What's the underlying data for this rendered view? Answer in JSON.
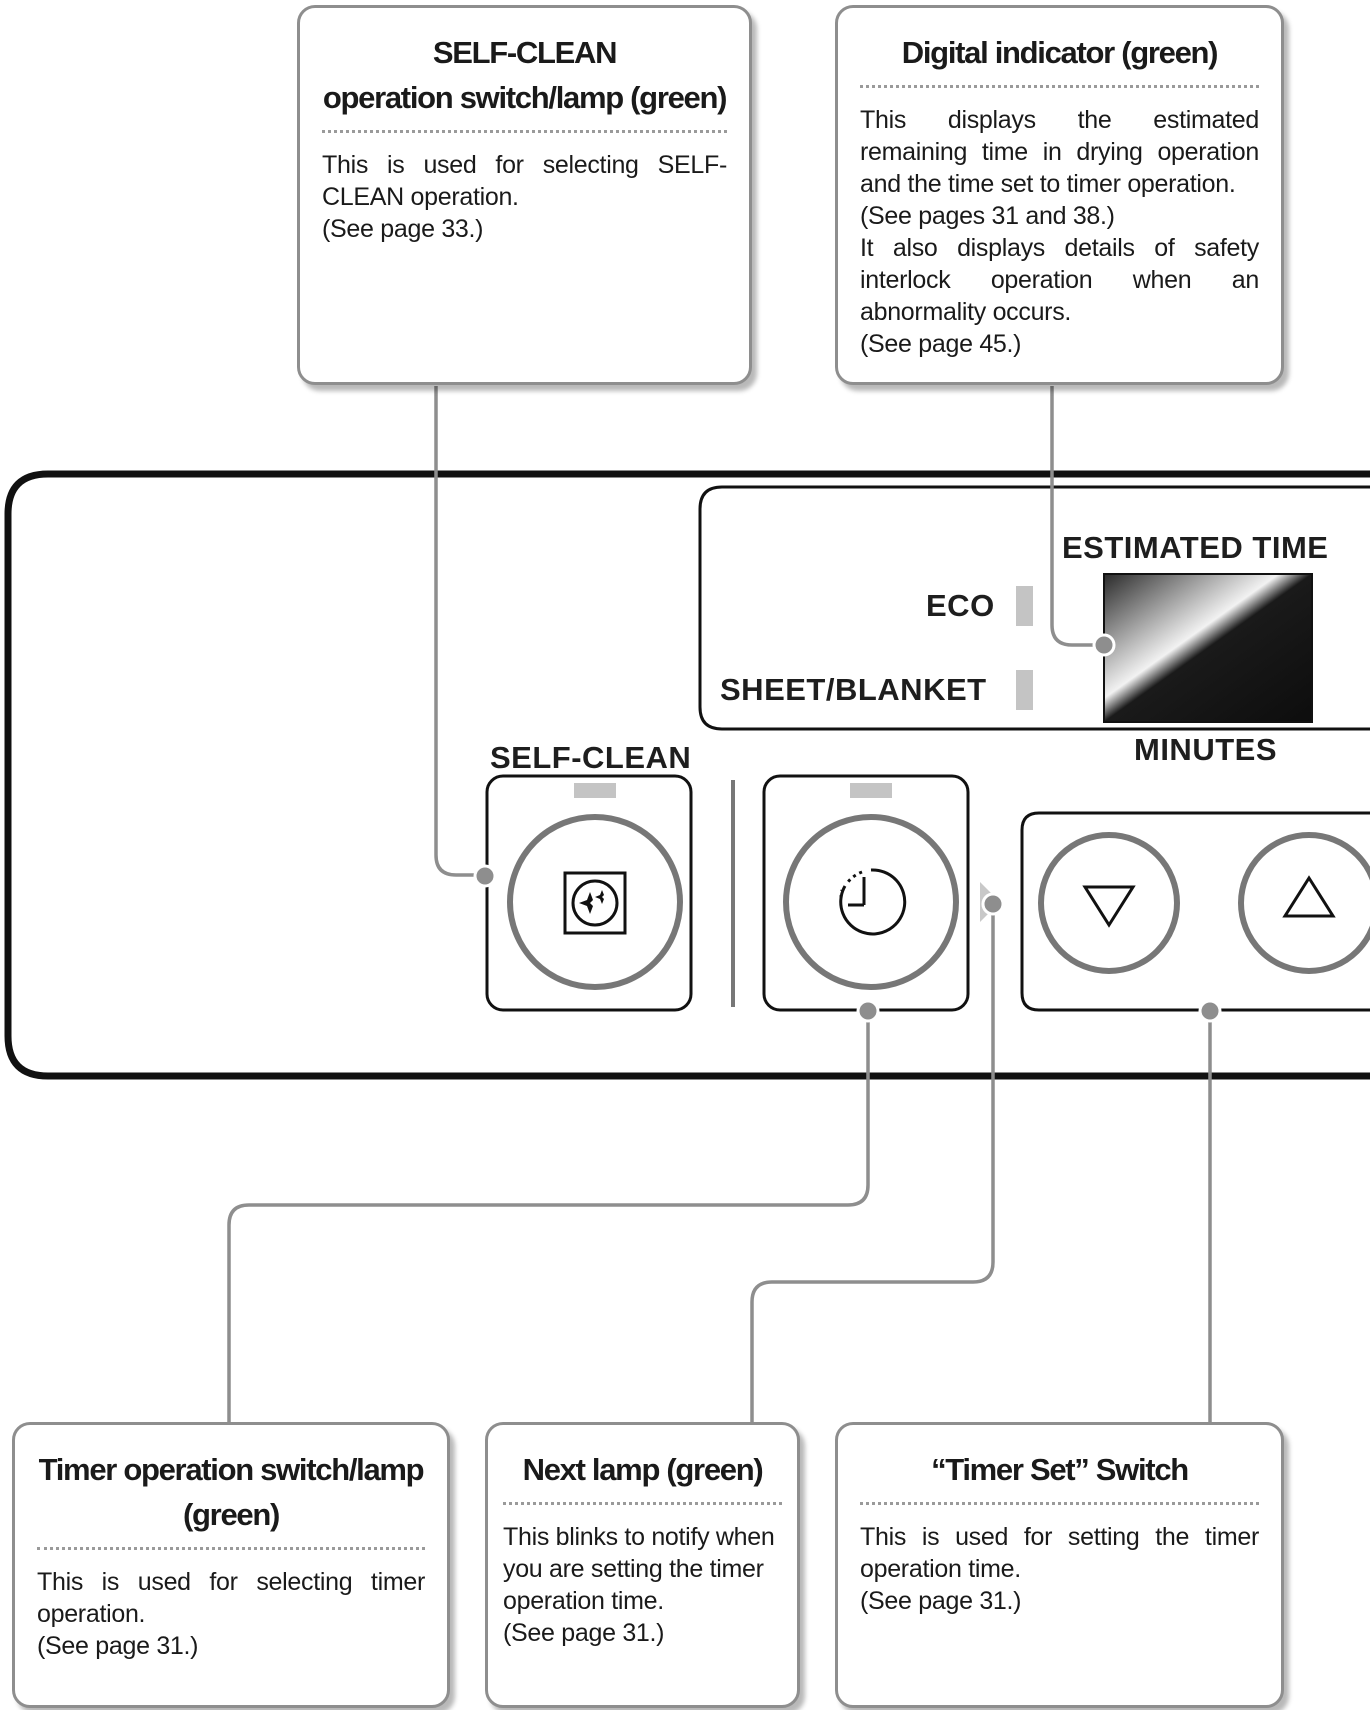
{
  "callouts": {
    "selfclean": {
      "title_line1": "SELF-CLEAN",
      "title_line2": "operation switch/lamp (green)",
      "body": [
        "This is used for selecting SELF-CLEAN operation.",
        "(See page 33.)"
      ]
    },
    "digital": {
      "title": "Digital indicator (green)",
      "body": [
        "This displays the estimated remaining time in drying operation and the time set to timer operation.",
        "(See pages 31 and 38.)",
        "It also displays details of safety interlock operation when an abnormality occurs.",
        "(See page 45.)"
      ]
    },
    "timer_op": {
      "title_line1": "Timer operation switch/lamp",
      "title_line2": "(green)",
      "body": [
        "This is used for selecting timer operation.",
        "(See page 31.)"
      ]
    },
    "next_lamp": {
      "title": "Next lamp (green)",
      "body": [
        "This blinks to notify when you are setting the timer operation time.",
        "(See page 31.)"
      ]
    },
    "timer_set": {
      "title": "“Timer Set” Switch",
      "body": [
        "This is used for setting the timer operation time.",
        "(See page 31.)"
      ]
    }
  },
  "panel": {
    "estimated_time_label": "ESTIMATED TIME",
    "eco_label": "ECO",
    "sheet_blanket_label": "SHEET/BLANKET",
    "minutes_label": "MINUTES",
    "self_clean_label": "SELF-CLEAN"
  },
  "colors": {
    "line": "#8e8e8e",
    "panel": "#111111",
    "lamp": "#c4c4c4"
  }
}
